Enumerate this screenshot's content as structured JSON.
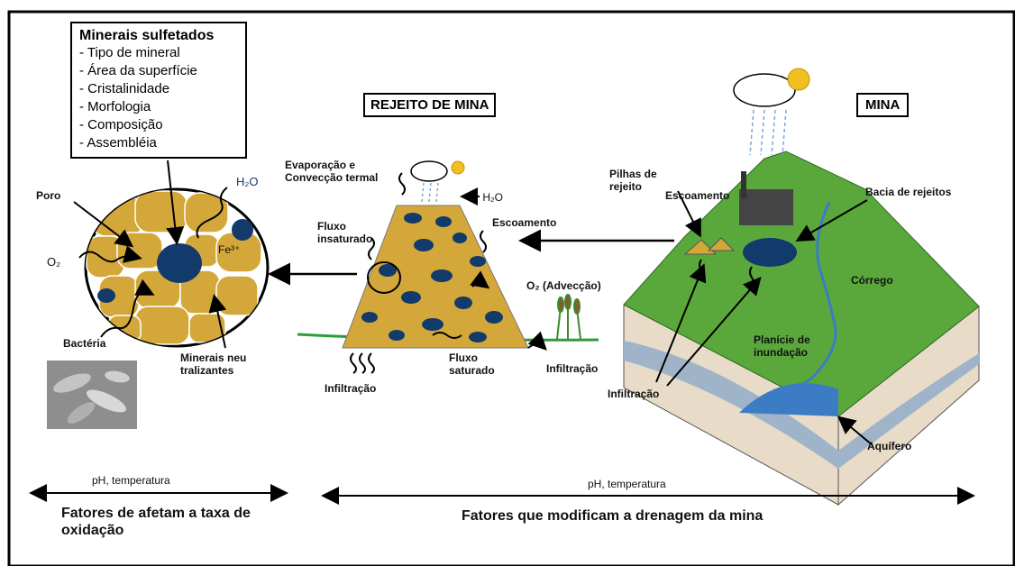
{
  "minerals": {
    "title": "Minerais sulfetados",
    "items": [
      "- Tipo de mineral",
      "- Área da superfície",
      "- Cristalinidade",
      "- Morfologia",
      "- Composição",
      "- Assembléia"
    ]
  },
  "tailings_title": "REJEITO DE MINA",
  "mine_title": "MINA",
  "particle": {
    "poro": "Poro",
    "h2o": "H₂O",
    "fe": "Fe³⁺",
    "o2": "O₂",
    "bacteria": "Bactéria",
    "neutralizing": "Minerais neu tralizantes"
  },
  "tailings": {
    "evaporation": "Evaporação e Convecção termal",
    "h2o": "← H₂O",
    "unsaturated": "Fluxo insaturado",
    "runoff": "Escoamento",
    "o2_advection": "O₂ (Advecção)",
    "saturated": "Fluxo saturado",
    "infiltration_left": "Infiltração",
    "infiltration_right": "Infiltração"
  },
  "mine": {
    "piles": "Pilhas de rejeito",
    "runoff": "Escoamento",
    "basin": "Bacia de rejeitos",
    "stream": "Córrego",
    "floodplain": "Planície de inundação",
    "infiltration": "Infiltração",
    "aquifer": "Aquífero"
  },
  "scales": {
    "left_ph": "pH, temperatura",
    "left_caption": "Fatores de afetam a taxa de oxidação",
    "right_ph": "pH, temperatura",
    "right_caption": "Fatores que modificam a drenagem da mina"
  },
  "colors": {
    "grain": "#d4a73a",
    "sulfide": "#123a6b",
    "grass": "#5aa83c",
    "water": "#3b7cc4",
    "soil": "#e8dcc8"
  }
}
